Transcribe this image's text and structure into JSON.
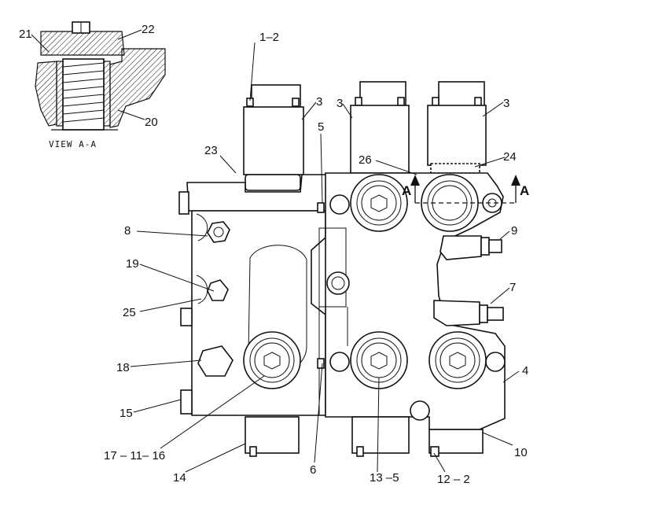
{
  "diagram": {
    "view_caption": "VIEW  A-A",
    "section_marks": [
      "A",
      "A"
    ],
    "callouts": [
      {
        "id": "c21",
        "text": "21"
      },
      {
        "id": "c22",
        "text": "22"
      },
      {
        "id": "c20",
        "text": "20"
      },
      {
        "id": "c1-2",
        "text": "1–2"
      },
      {
        "id": "c3a",
        "text": "3"
      },
      {
        "id": "c3b",
        "text": "3"
      },
      {
        "id": "c3c",
        "text": "3"
      },
      {
        "id": "c5",
        "text": "5"
      },
      {
        "id": "c23",
        "text": "23"
      },
      {
        "id": "c26",
        "text": "26"
      },
      {
        "id": "c24",
        "text": "24"
      },
      {
        "id": "c8",
        "text": "8"
      },
      {
        "id": "c9",
        "text": "9"
      },
      {
        "id": "c19",
        "text": "19"
      },
      {
        "id": "c7",
        "text": "7"
      },
      {
        "id": "c25",
        "text": "25"
      },
      {
        "id": "c18",
        "text": "18"
      },
      {
        "id": "c4",
        "text": "4"
      },
      {
        "id": "c15",
        "text": "15"
      },
      {
        "id": "c10",
        "text": "10"
      },
      {
        "id": "c17-11-16",
        "text": "17 – 11– 16"
      },
      {
        "id": "c6",
        "text": "6"
      },
      {
        "id": "c14",
        "text": "14"
      },
      {
        "id": "c13-5",
        "text": "13 –5"
      },
      {
        "id": "c12-2",
        "text": "12 – 2"
      }
    ]
  }
}
